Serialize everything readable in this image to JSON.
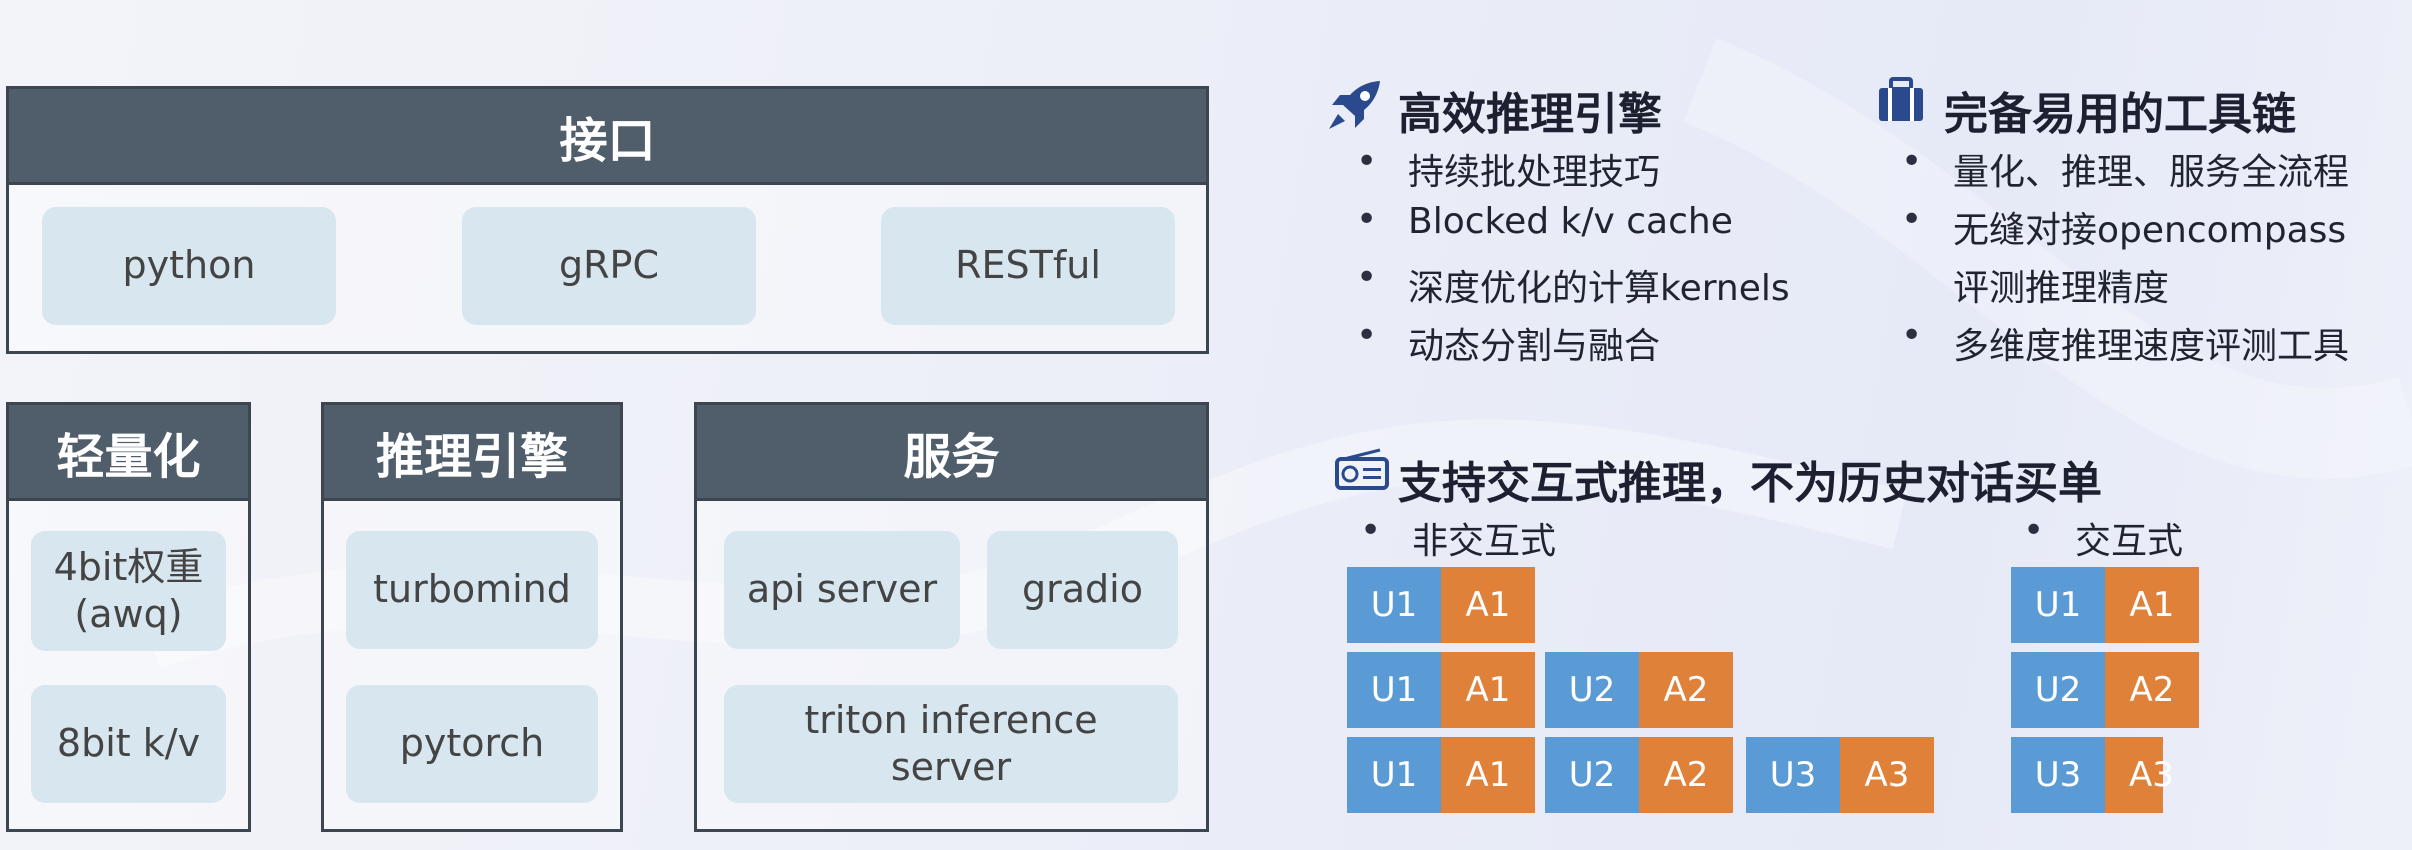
{
  "interface": {
    "title": "接口",
    "items": [
      "python",
      "gRPC",
      "RESTful"
    ]
  },
  "quantization": {
    "title": "轻量化",
    "items": [
      "4bit权重\n(awq)",
      "8bit k/v"
    ]
  },
  "engine": {
    "title": "推理引擎",
    "items": [
      "turbomind",
      "pytorch"
    ]
  },
  "service": {
    "title": "服务",
    "items": [
      "api server",
      "gradio",
      "triton inference\nserver"
    ]
  },
  "efficient": {
    "icon": "rocket-icon",
    "title": "高效推理引擎",
    "bullets": [
      "持续批处理技巧",
      "Blocked k/v cache",
      "深度优化的计算kernels",
      "动态分割与融合"
    ]
  },
  "toolchain": {
    "icon": "toolbox-icon",
    "title": "完备易用的工具链",
    "bullets": [
      "量化、推理、服务全流程",
      "无缝对接opencompass",
      "评测推理精度",
      "多维度推理速度评测工具"
    ]
  },
  "interactive": {
    "icon": "radio-icon",
    "title": "支持交互式推理，不为历史对话买单",
    "non_interactive_label": "非交互式",
    "interactive_label": "交互式",
    "non_interactive_rows": [
      [
        "U1",
        "A1"
      ],
      [
        "U1",
        "A1",
        "U2",
        "A2"
      ],
      [
        "U1",
        "A1",
        "U2",
        "A2",
        "U3",
        "A3"
      ]
    ],
    "interactive_rows": [
      [
        "U1",
        "A1"
      ],
      [
        "U2",
        "A2"
      ],
      [
        "U3",
        "A3"
      ]
    ],
    "colors": {
      "user": "#5b9bd5",
      "assistant": "#e0813a"
    }
  },
  "bullet_char": "•"
}
